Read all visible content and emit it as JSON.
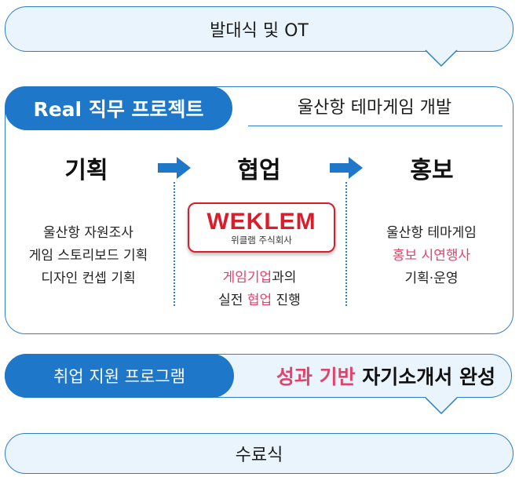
{
  "top_box": {
    "label": "발대식 및 OT"
  },
  "project": {
    "title": "Real 직무 프로젝트",
    "subtitle": "울산항 테마게임 개발",
    "columns": [
      {
        "title": "기획",
        "lines": [
          "울산항 자원조사",
          "게임 스토리보드 기획",
          "디자인 컨셉 기획"
        ]
      },
      {
        "title": "협업",
        "logo_text": "WEKLEM",
        "logo_sub": "위클램 주식회사",
        "line1_highlight": "게임기업",
        "line1_rest": "과의",
        "line2_pre": "실전 ",
        "line2_highlight": "협업",
        "line2_post": " 진행"
      },
      {
        "title": "홍보",
        "line1": "울산항 테마게임",
        "line2_highlight": "홍보 시연행사",
        "line3": "기획·운영"
      }
    ]
  },
  "job_support": {
    "label": "취업 지원 프로그램",
    "result_highlight": "성과 기반",
    "result_rest": " 자기소개서 완성"
  },
  "bottom_box": {
    "label": "수료식"
  },
  "colors": {
    "blue": "#1f77c9",
    "light_blue": "#eaf4fd",
    "pink": "#e0446a",
    "red": "#d91d2b",
    "yellow": "#fbf19a"
  }
}
